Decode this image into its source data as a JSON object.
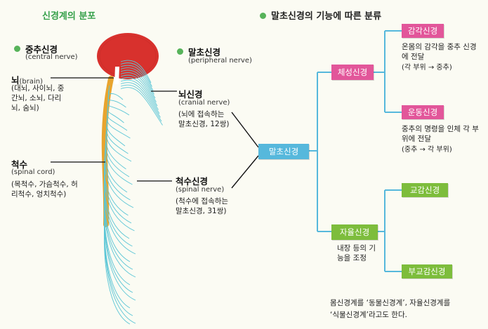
{
  "left": {
    "title": "신경계의 분포",
    "cns": {
      "name": "중추신경",
      "eng": "(central nerve)"
    },
    "brain": {
      "name": "뇌",
      "eng": "(brain)",
      "desc": "(대뇌, 사이뇌, 중간뇌, 소뇌, 다리뇌, 숨뇌)"
    },
    "spinal_cord": {
      "name": "척수",
      "eng": "(spinal cord)",
      "desc": "(목척수, 가슴척수, 허리척수, 엉치척수)"
    },
    "pns": {
      "name": "말초신경",
      "eng": "(peripheral nerve)"
    },
    "cranial": {
      "name": "뇌신경",
      "eng": "(cranial nerve)",
      "desc": "(뇌에 접속하는 말초신경, 12쌍)"
    },
    "spinal_nerve": {
      "name": "척수신경",
      "eng": "(spinal nerve)",
      "desc": "(척수에 접속하는 말초신경, 31쌍)"
    }
  },
  "right": {
    "title": "말초신경의 기능에 따른 분류",
    "root": "말초신경",
    "somatic": "체성신경",
    "sensory": {
      "label": "감각신경",
      "desc": "온몸의 감각을 중추 신경에 전달",
      "path": "(각 부위 → 중추)"
    },
    "motor": {
      "label": "운동신경",
      "desc": "중추의 명령을 인체 각 부위에 전달",
      "path": "(중추 → 각 부위)"
    },
    "autonomic": {
      "label": "자율신경",
      "desc": "내장 등의 기능을 조정"
    },
    "sympathetic": "교감신경",
    "parasympathetic": "부교감신경",
    "note_line1": "몸신경계를 ‘동물신경계’, 자율신경계를",
    "note_line2": "‘식물신경계’라고도 한다."
  },
  "colors": {
    "brain": "#d8312d",
    "cord": "#e8a42e",
    "nerve": "#5cc6d6",
    "blue_box": "#56b8dc",
    "pink_box": "#e2569a",
    "green_box": "#7dbd3c",
    "title_green": "#35a04a"
  }
}
